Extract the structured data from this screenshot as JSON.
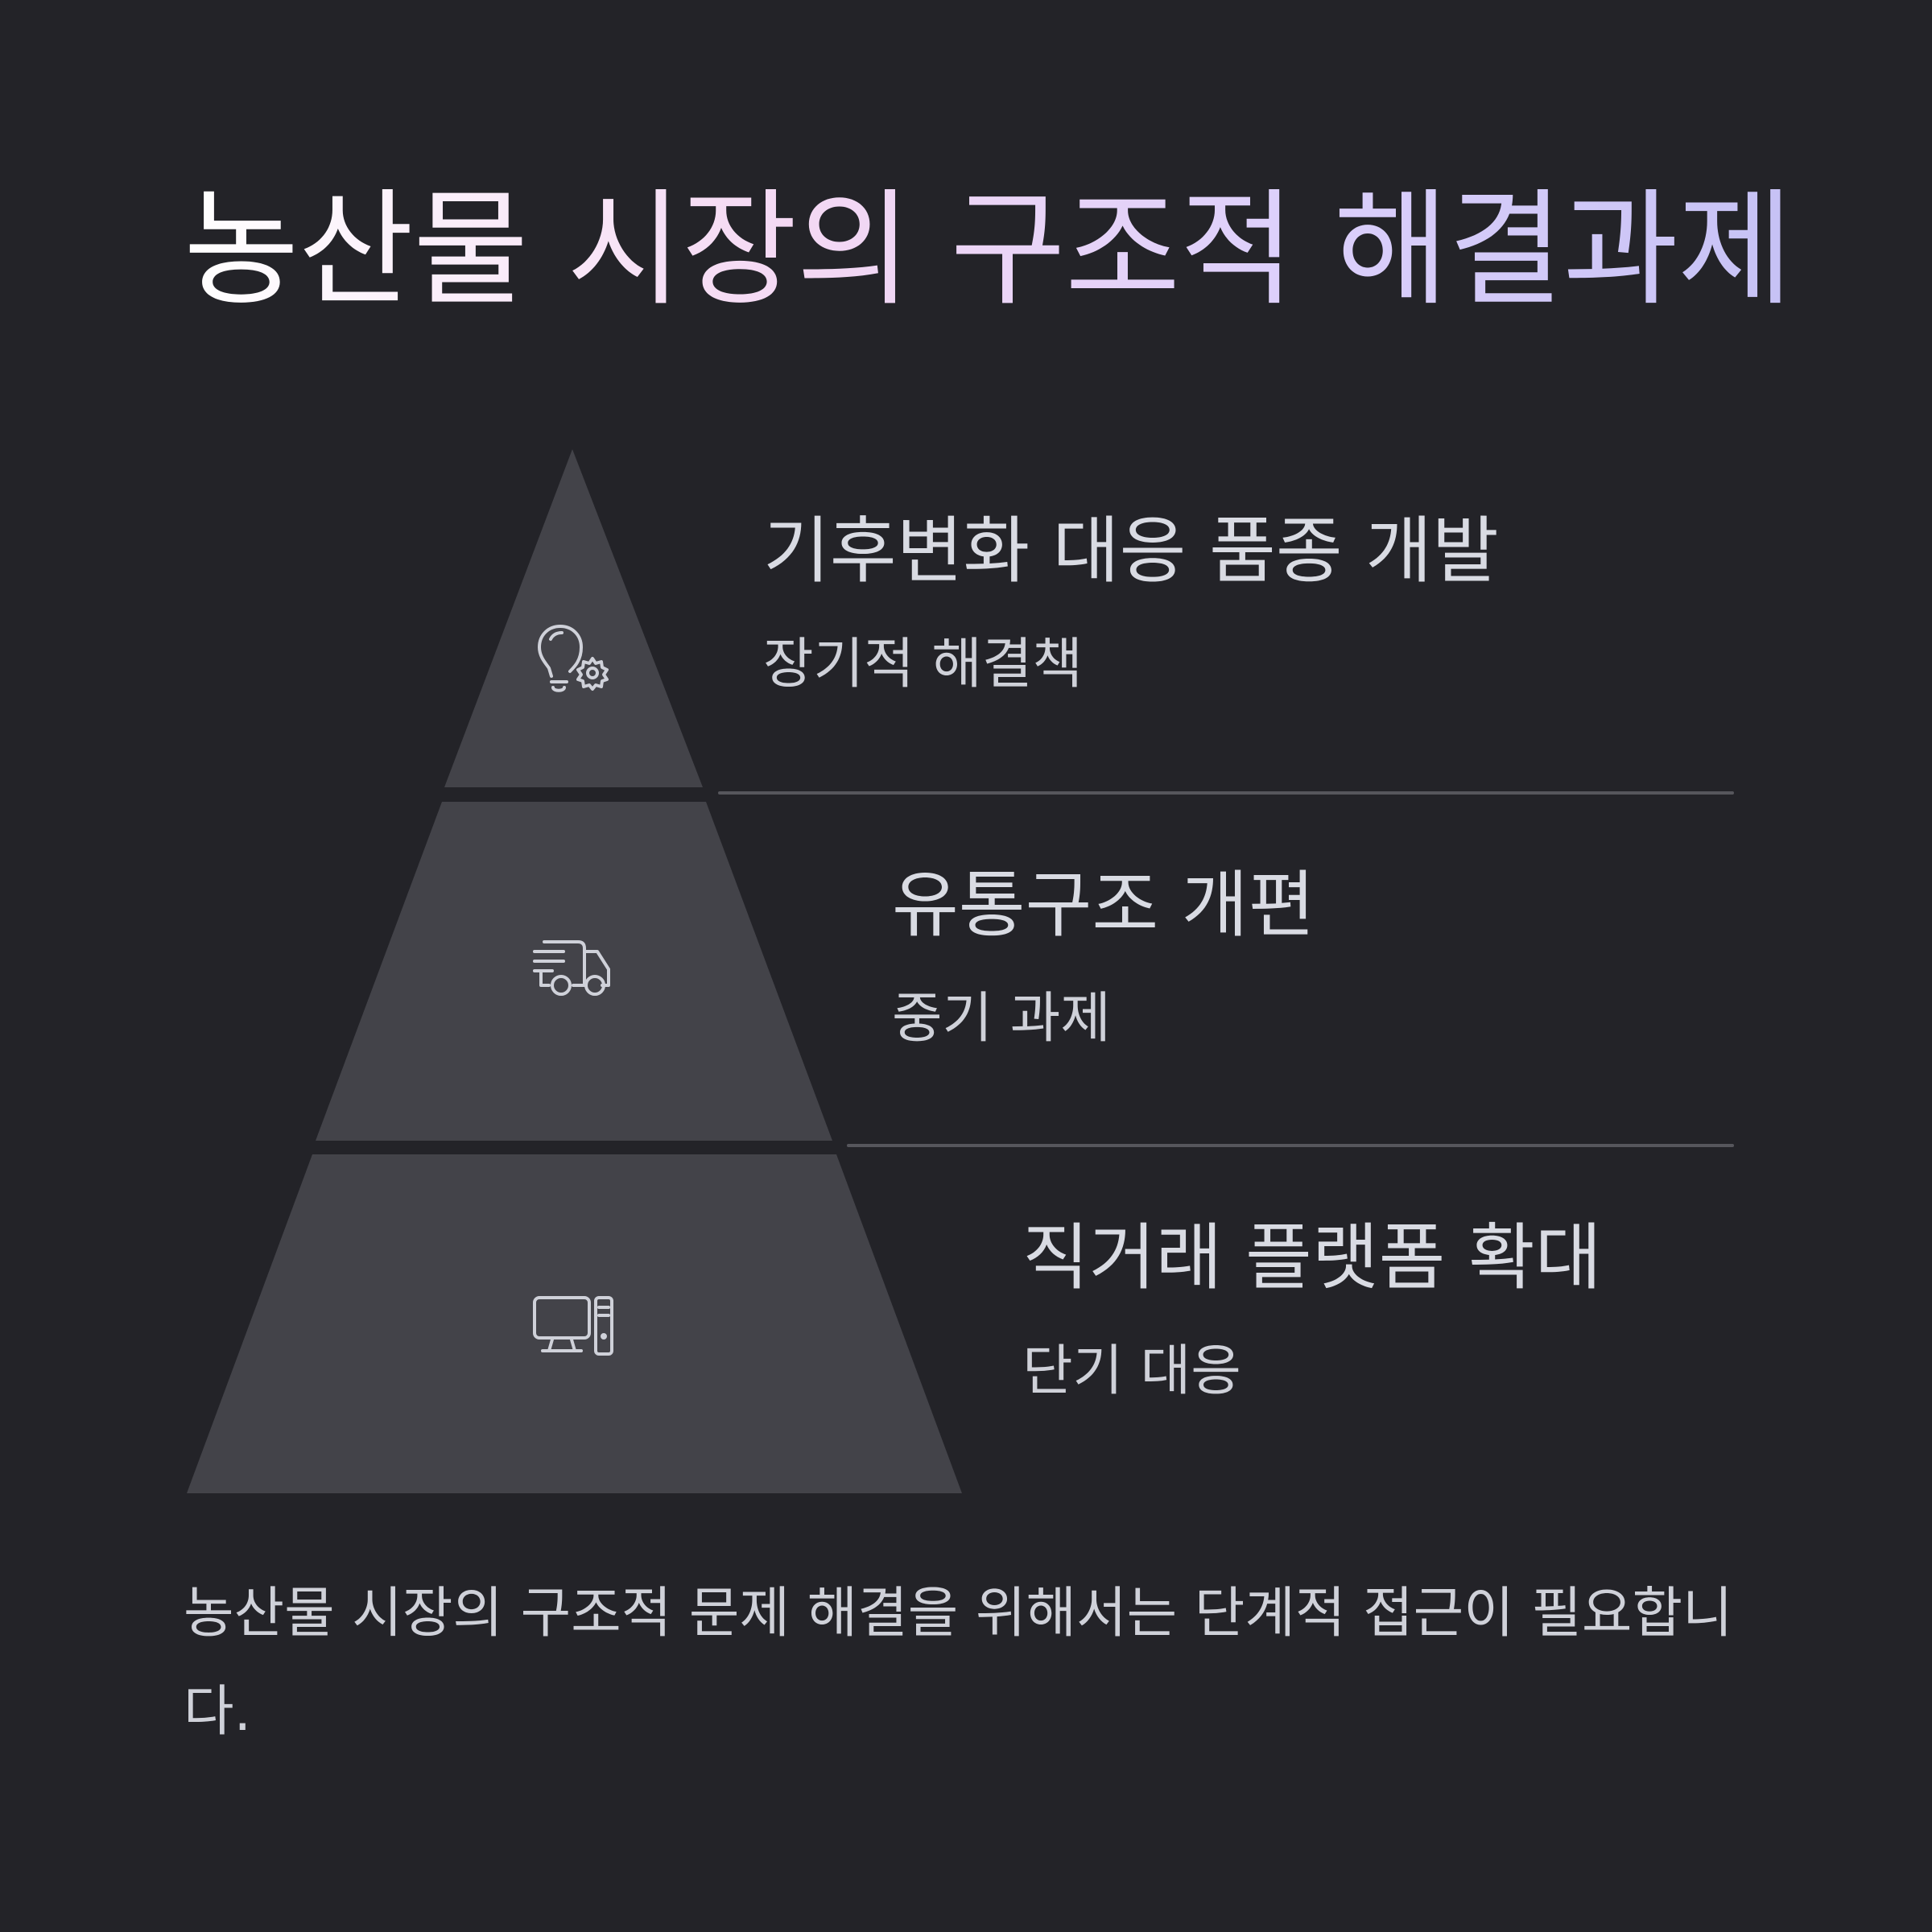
{
  "title": "농산물 시장의 구조적 해결과제",
  "tiers": [
    {
      "title": "기후변화 대응 품종 개발",
      "subtitle": "장기적 해결책",
      "icon": "lightbulb-gear-icon"
    },
    {
      "title": "유통구조 개편",
      "subtitle": "중기 과제",
      "icon": "delivery-truck-icon"
    },
    {
      "title": "직거래 플랫폼 확대",
      "subtitle": "단기 대응",
      "icon": "desktop-computer-icon"
    }
  ],
  "footer": "농산물 시장의 구조적 문제 해결을 위해서는 단계적 접근이 필요합니다.",
  "colors": {
    "background": "#232328",
    "tier_fill": "#434349",
    "text": "#d9dbe3",
    "divider": "#56565c"
  }
}
